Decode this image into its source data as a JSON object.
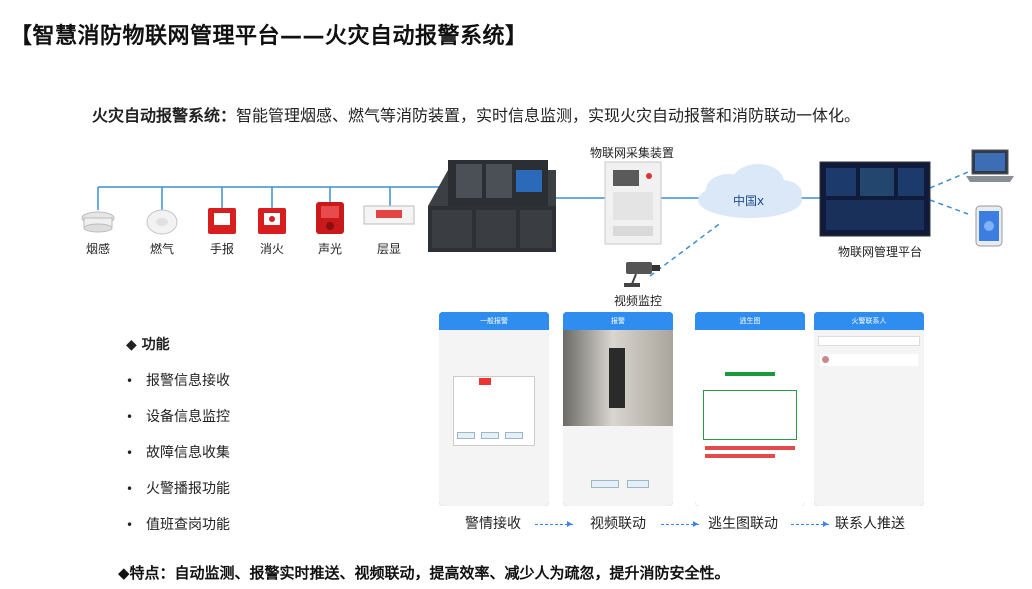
{
  "title": "【智慧消防物联网管理平台——火灾自动报警系统】",
  "subtitle": {
    "bold": "火灾自动报警系统：",
    "text": "智能管理烟感、燃气等消防装置，实时信息监测，实现火灾自动报警和消防联动一体化。"
  },
  "devices": [
    "烟感",
    "燃气",
    "手报",
    "消火",
    "声光",
    "层显"
  ],
  "labels": {
    "collector": "物联网采集装置",
    "cloud": "中国x",
    "platform": "物联网管理平台",
    "camera": "视频监控"
  },
  "features": {
    "title": "功能",
    "items": [
      "报警信息接收",
      "设备信息监控",
      "故障信息收集",
      "火警播报功能",
      "值班查岗功能"
    ]
  },
  "phones": [
    {
      "caption": "警情接收",
      "header": "一般报警"
    },
    {
      "caption": "视频联动",
      "header": "报警"
    },
    {
      "caption": "逃生图联动",
      "header": "逃生图"
    },
    {
      "caption": "联系人推送",
      "header": "火警联系人"
    }
  ],
  "footer": "◆特点：自动监测、报警实时推送、视频联动，提高效率、减少人为疏忽，提升消防安全性。",
  "colors": {
    "line": "#3b8fd1",
    "screen_blue": "#2f8df0",
    "cloud": "#dbe8f7"
  }
}
